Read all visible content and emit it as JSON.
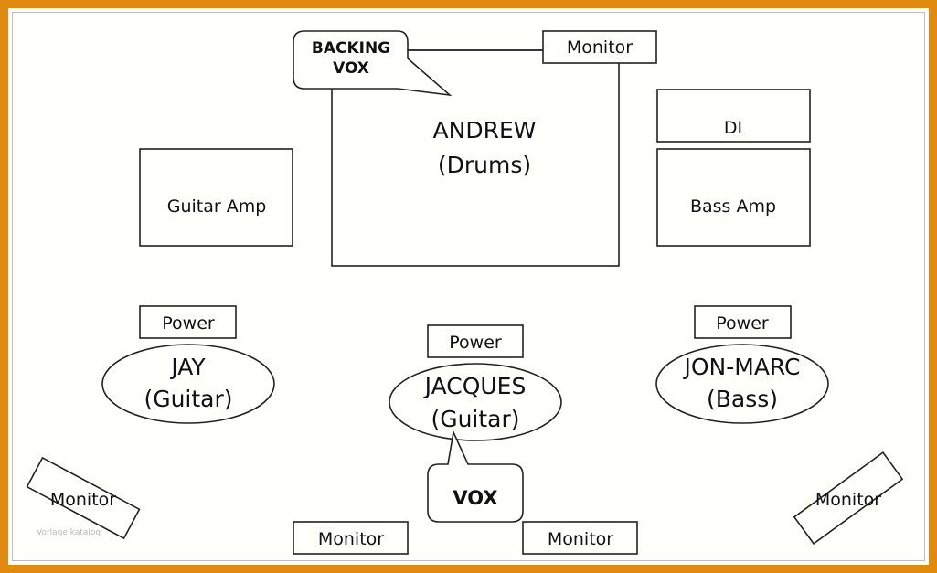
{
  "diagram": {
    "backing_vox": {
      "line1": "BACKING",
      "line2": "VOX"
    },
    "drums": {
      "name": "ANDREW",
      "role": "(Drums)"
    },
    "top_monitor": "Monitor",
    "di": "DI",
    "guitar_amp": "Guitar Amp",
    "bass_amp": "Bass Amp",
    "power_left": "Power",
    "power_center": "Power",
    "power_right": "Power",
    "jay": {
      "name": "JAY",
      "role": "(Guitar)"
    },
    "jacques": {
      "name": "JACQUES",
      "role": "(Guitar)"
    },
    "jon_marc": {
      "name": "JON-MARC",
      "role": "(Bass)"
    },
    "vox": "VOX",
    "monitor_bottom_left": "Monitor",
    "monitor_bottom_right": "Monitor",
    "monitor_corner_left": "Monitor",
    "monitor_corner_right": "Monitor",
    "watermark": "Vorlage katalog"
  },
  "colors": {
    "border": "#e08a10",
    "stroke": "#222222"
  }
}
